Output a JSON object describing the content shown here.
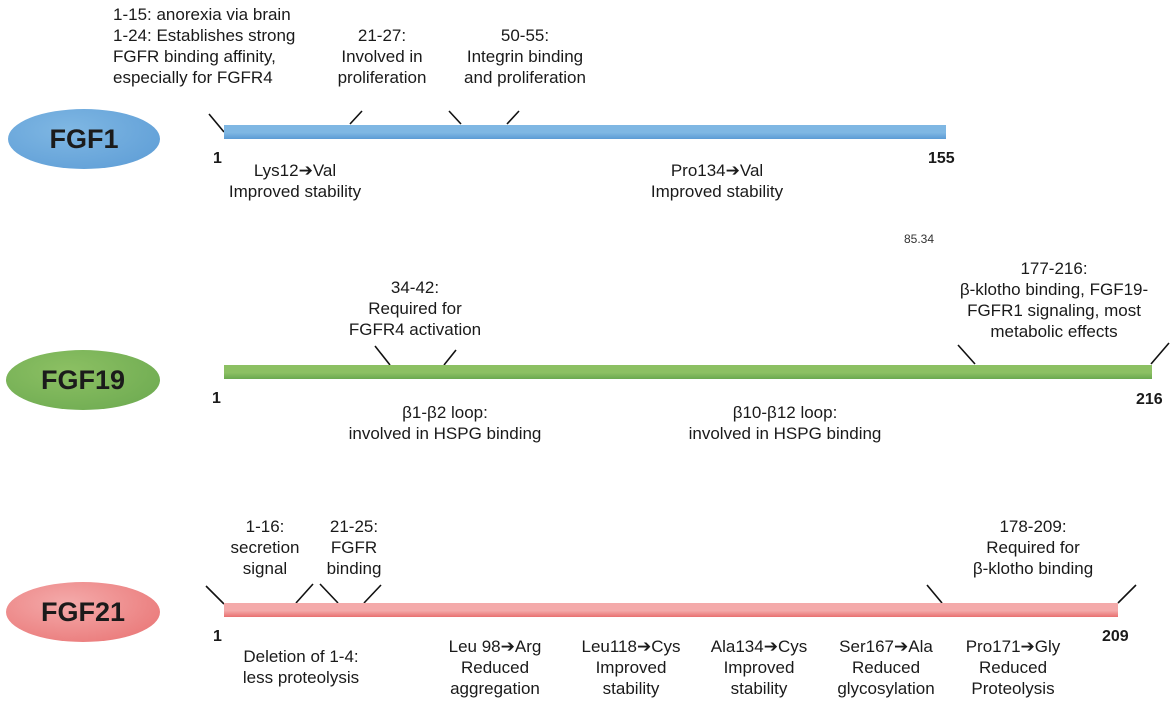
{
  "proteins": [
    {
      "name": "FGF1",
      "color": "#5b9bd5",
      "bar_color": "#7fb7e3",
      "start": "1",
      "end": "155",
      "above": [
        [
          "1-15: anorexia via brain",
          "1-24: Establishes strong",
          "FGFR binding affinity,",
          "especially for FGFR4"
        ],
        [
          "21-27:",
          "Involved in",
          "proliferation"
        ],
        [
          "50-55:",
          "Integrin binding",
          "and proliferation"
        ]
      ],
      "below": [
        [
          "Lys12➔Val",
          "Improved stability"
        ],
        [
          "Pro134➔Val",
          "Improved stability"
        ]
      ]
    },
    {
      "name": "FGF19",
      "color": "#6aa84f",
      "bar_color": "#8cc063",
      "start": "1",
      "end": "216",
      "above": [
        [
          "34-42:",
          "Required for",
          "FGFR4   activation"
        ],
        [
          "177-216:",
          "β-klotho binding, FGF19-",
          "FGFR1 signaling, most",
          "metabolic effects"
        ]
      ],
      "below": [
        [
          "β1-β2 loop:",
          "involved in HSPG binding"
        ],
        [
          "β10-β12 loop:",
          "involved in HSPG binding"
        ]
      ]
    },
    {
      "name": "FGF21",
      "color": "#e87070",
      "bar_color": "#f4aaaa",
      "start": "1",
      "end": "209",
      "above": [
        [
          "1-16:",
          "secretion",
          "signal"
        ],
        [
          "21-25:",
          "FGFR",
          "binding"
        ],
        [
          "178-209:",
          "Required for",
          "β-klotho binding"
        ]
      ],
      "below": [
        [
          "Deletion of 1-4:",
          "less proteolysis"
        ],
        [
          "Leu 98➔Arg",
          "Reduced",
          "aggregation"
        ],
        [
          "Leu118➔Cys",
          "Improved",
          "stability"
        ],
        [
          "Ala134➔Cys",
          "Improved",
          "stability"
        ],
        [
          "Ser167➔Ala",
          "Reduced",
          "glycosylation"
        ],
        [
          "Pro171➔Gly",
          "Reduced",
          "Proteolysis"
        ]
      ]
    }
  ],
  "stray_value": "85.34"
}
